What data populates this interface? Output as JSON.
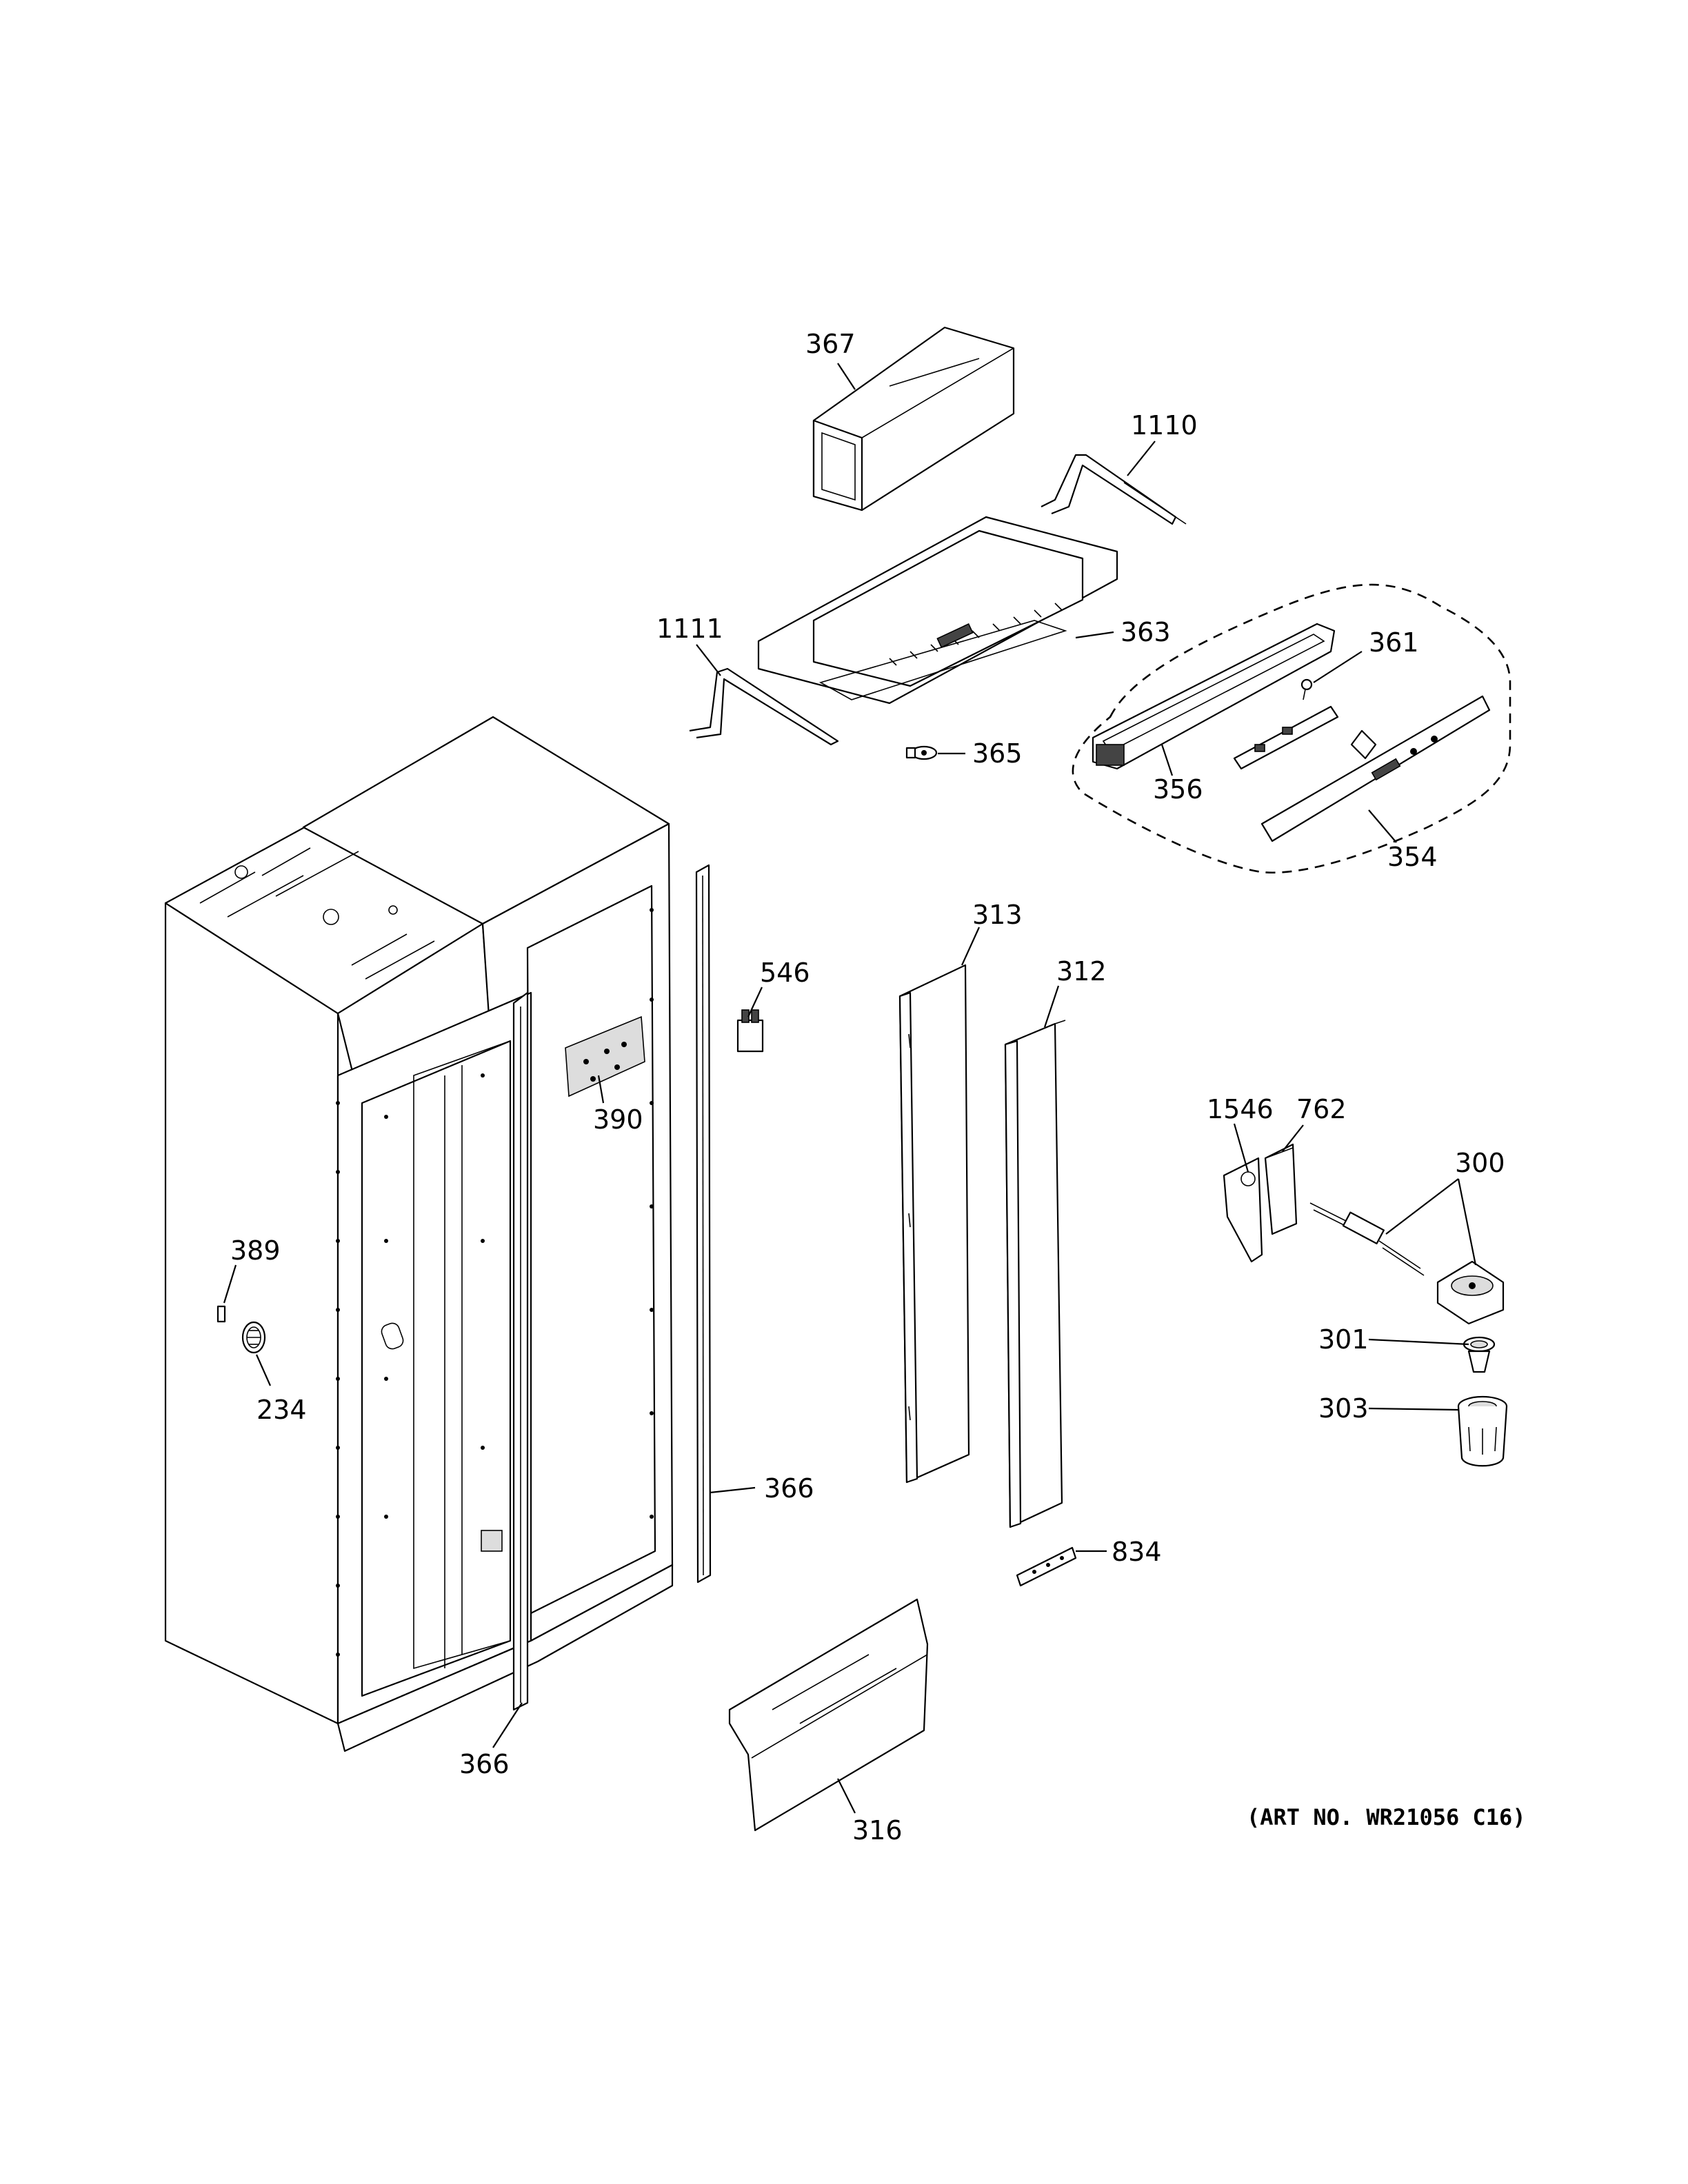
{
  "labels": {
    "p367": "367",
    "p1110": "1110",
    "p1111": "1111",
    "p363": "363",
    "p361": "361",
    "p365": "365",
    "p356": "356",
    "p354": "354",
    "p313": "313",
    "p312": "312",
    "p546": "546",
    "p390": "390",
    "p389": "389",
    "p234": "234",
    "p366a": "366",
    "p366b": "366",
    "p834": "834",
    "p316": "316",
    "p1546": "1546",
    "p762": "762",
    "p300": "300",
    "p301": "301",
    "p303": "303"
  },
  "art_number": "(ART NO. WR21056 C16)"
}
